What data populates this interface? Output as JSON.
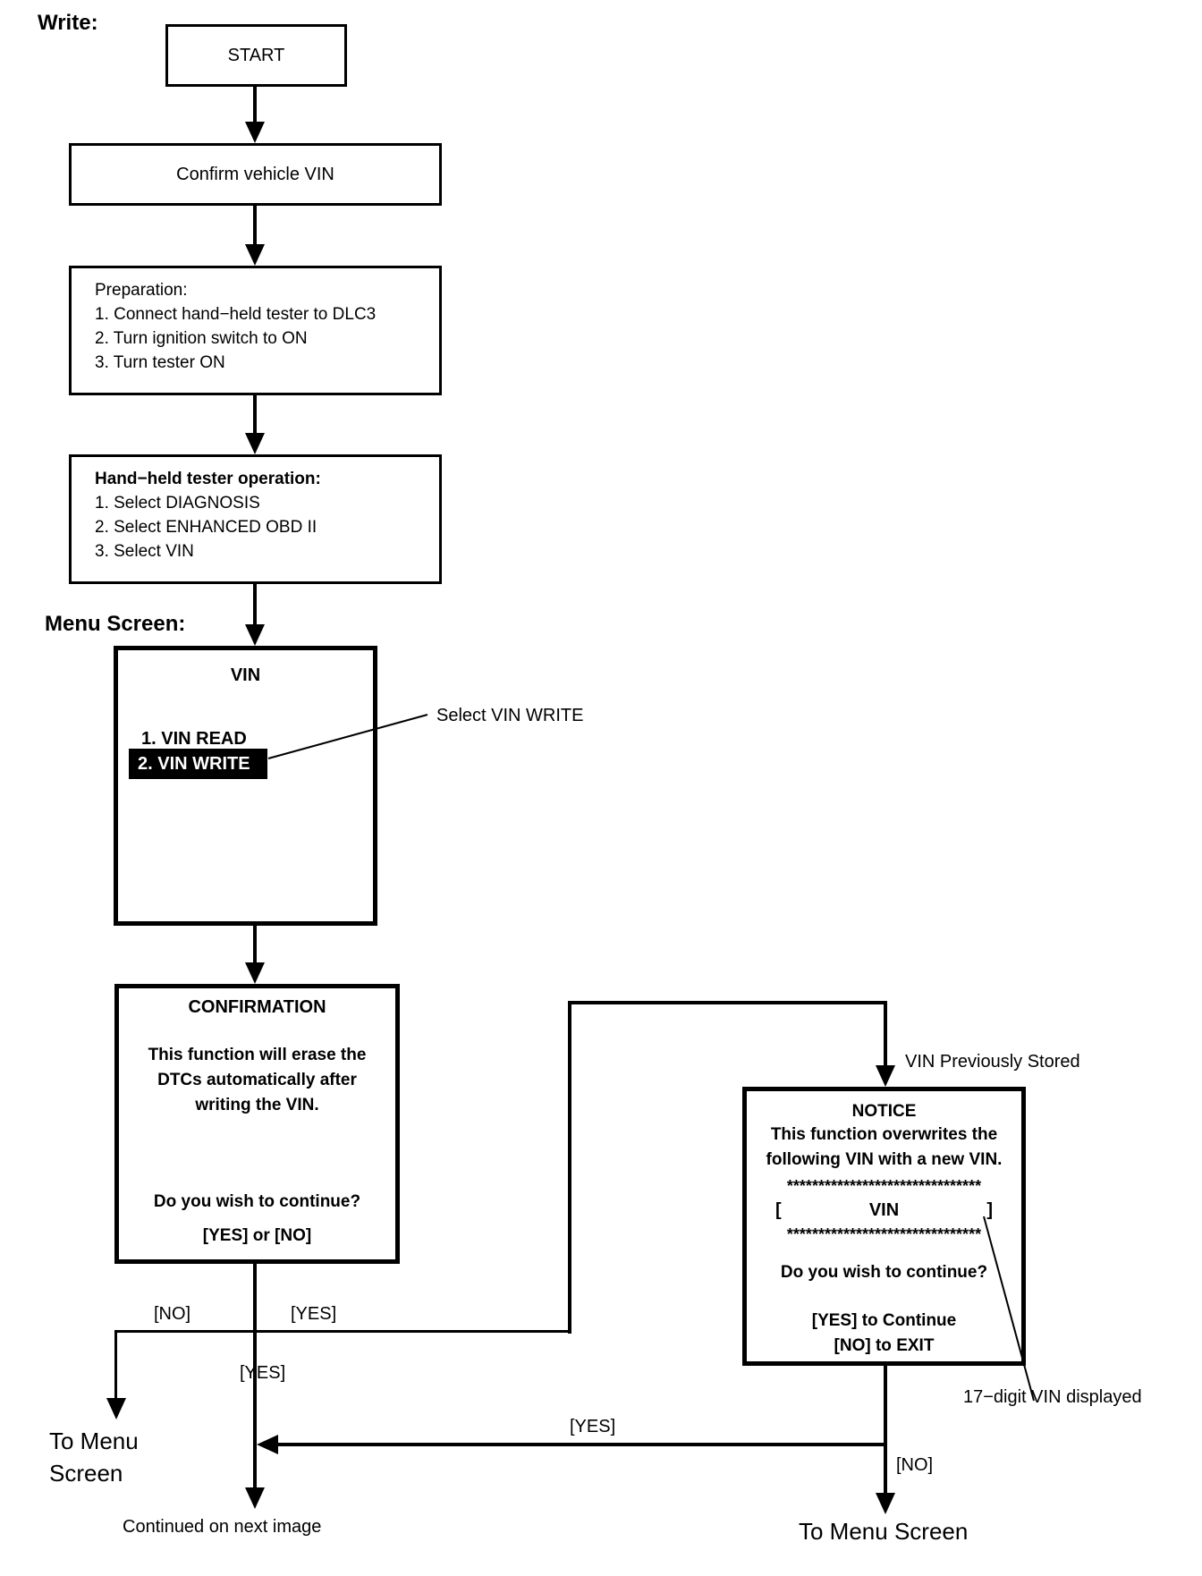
{
  "colors": {
    "ink": "#000000",
    "paper": "#ffffff",
    "highlight_bg": "#000000",
    "highlight_text": "#ffffff"
  },
  "diagram": {
    "section_label": "Write:",
    "menu_label": "Menu Screen:",
    "nodes": {
      "start": "START",
      "confirm_vin": "Confirm vehicle VIN",
      "preparation": {
        "heading": "Preparation:",
        "items": [
          "1. Connect hand−held tester to DLC3",
          "2. Turn ignition switch to ON",
          "3. Turn tester ON"
        ]
      },
      "tester_op": {
        "heading": "Hand−held tester operation:",
        "items": [
          "1. Select DIAGNOSIS",
          "2. Select ENHANCED OBD II",
          "3. Select VIN"
        ]
      },
      "vin_menu": {
        "title": "VIN",
        "item_read": "1. VIN READ",
        "item_write": "2. VIN WRITE"
      },
      "confirmation": {
        "title": "CONFIRMATION",
        "body_lines": [
          "This function will erase the",
          "DTCs automatically after",
          "writing the VIN."
        ],
        "question": "Do you wish to continue?",
        "options": "[YES] or [NO]"
      },
      "notice": {
        "title": "NOTICE",
        "body_line1": "This function overwrites the",
        "body_line2": "following VIN with a new VIN.",
        "stars_top": "*******************************",
        "vin_open": "[",
        "vin_label": "VIN",
        "vin_close": "]",
        "stars_bottom": "*******************************",
        "question": "Do you wish to continue?",
        "yes_line": "[YES] to Continue",
        "no_line": "[NO] to EXIT"
      }
    },
    "annotations": {
      "select_vin_write": "Select VIN WRITE",
      "vin_previously_stored": "VIN Previously Stored",
      "vin_digits": "17−digit VIN displayed"
    },
    "edges": {
      "no": "[NO]",
      "yes": "[YES]"
    },
    "terminals": {
      "to_menu_line1": "To Menu",
      "to_menu_line2": "Screen",
      "to_menu_screen": "To Menu Screen",
      "continued": "Continued on next image"
    }
  }
}
